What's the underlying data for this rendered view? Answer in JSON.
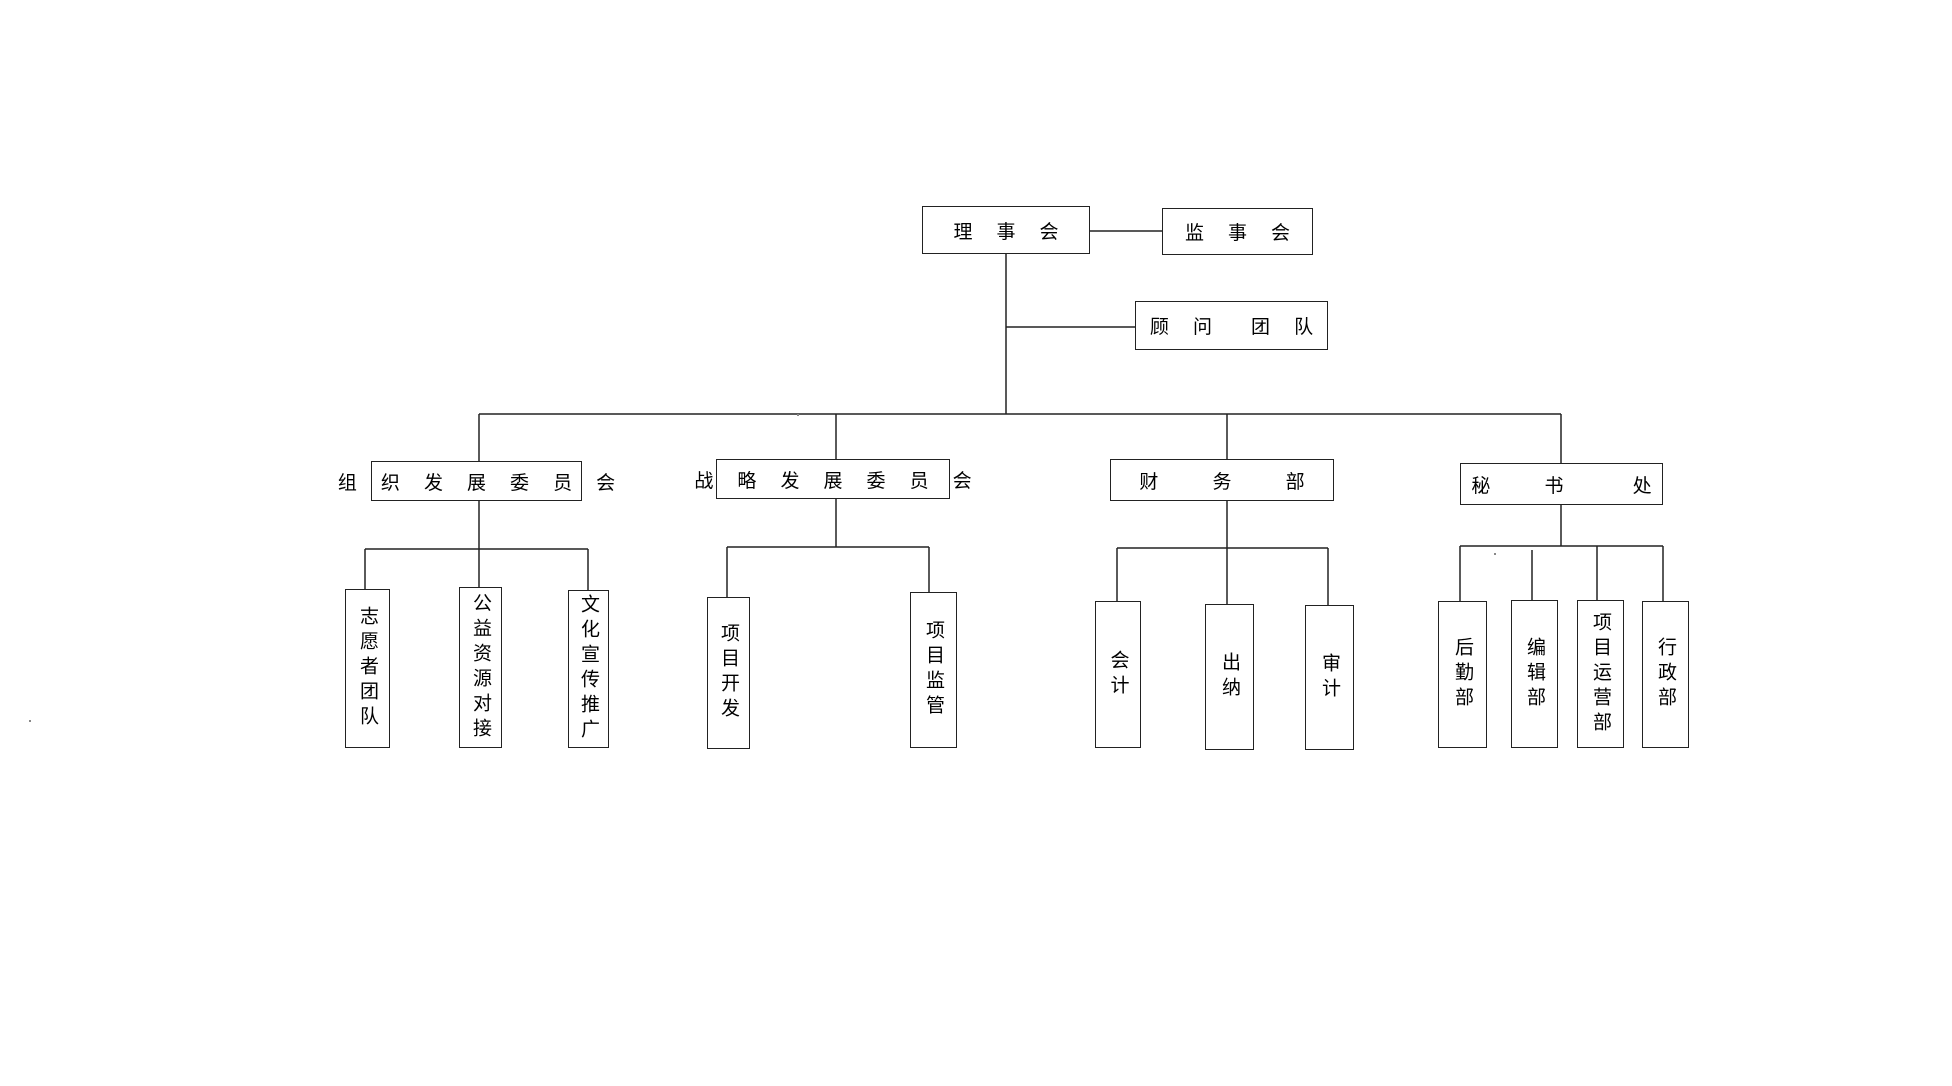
{
  "nodes": {
    "board": "理 事 会",
    "supervisors": "监 事 会",
    "advisors": "顾 问  团 队",
    "org_dev": "组 织 发 展 委 员 会",
    "strategy": "战 略 发 展 委 员 会",
    "finance": "财   务   部",
    "secretariat": "秘   书    处",
    "volunteer": "志愿者团队",
    "public_resource": "公益资源对接",
    "culture": "文化宣传推广",
    "project_dev": "项目开发",
    "project_supervision": "项目监管",
    "accounting": "会计",
    "cashier": "出纳",
    "audit": "审计",
    "logistics": "后勤部",
    "editing": "编辑部",
    "project_ops": "项目运营部",
    "admin": "行政部"
  },
  "colors": {
    "line": "#222222",
    "box_border": "#222222",
    "background": "#ffffff"
  }
}
